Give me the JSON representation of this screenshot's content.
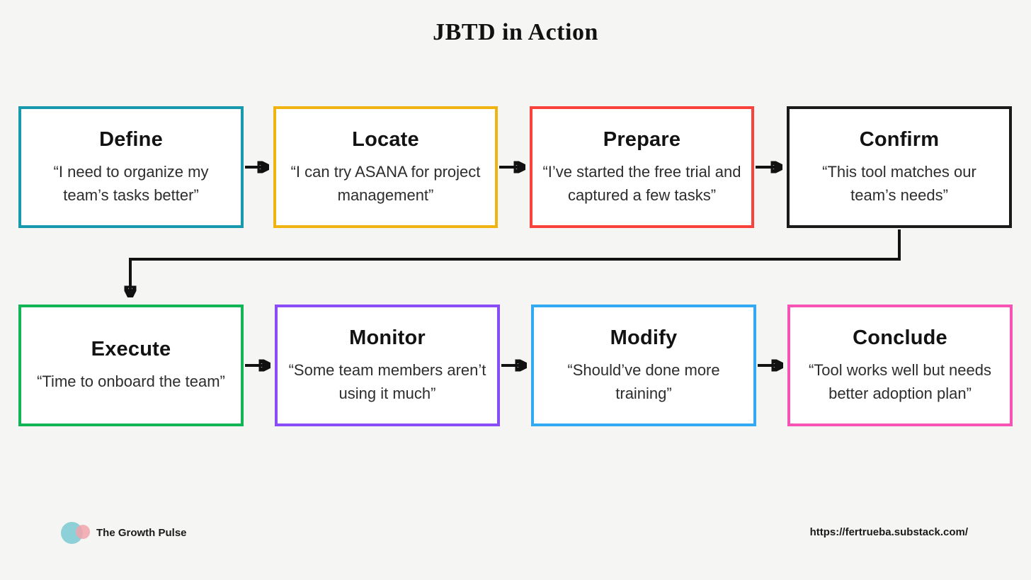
{
  "title": "JBTD in Action",
  "flow": {
    "steps": [
      {
        "title": "Define",
        "quote": "“I need to organize my team’s tasks better”",
        "border_color": "#1899ae"
      },
      {
        "title": "Locate",
        "quote": "“I can try ASANA for project management”",
        "border_color": "#efb312"
      },
      {
        "title": "Prepare",
        "quote": "“I’ve started the free trial and captured a few tasks”",
        "border_color": "#f9423b"
      },
      {
        "title": "Confirm",
        "quote": "“This tool matches our team’s needs”",
        "border_color": "#1a1a1a"
      },
      {
        "title": "Execute",
        "quote": "“Time to onboard the team”",
        "border_color": "#12b556"
      },
      {
        "title": "Monitor",
        "quote": "“Some team members aren’t using it much”",
        "border_color": "#8a4cf7"
      },
      {
        "title": "Modify",
        "quote": "“Should’ve done more training”",
        "border_color": "#33a9f3"
      },
      {
        "title": "Conclude",
        "quote": "“Tool works well but needs better adoption plan”",
        "border_color": "#f753b5"
      }
    ]
  },
  "colors": {
    "background": "#f5f5f3",
    "box_fill": "#ffffff",
    "connector": "#111111",
    "logo_teal": "#8ed0d8",
    "logo_pink": "#f2a3ab"
  },
  "footer": {
    "brand": "The Growth Pulse",
    "url": "https://fertrueba.substack.com/"
  }
}
